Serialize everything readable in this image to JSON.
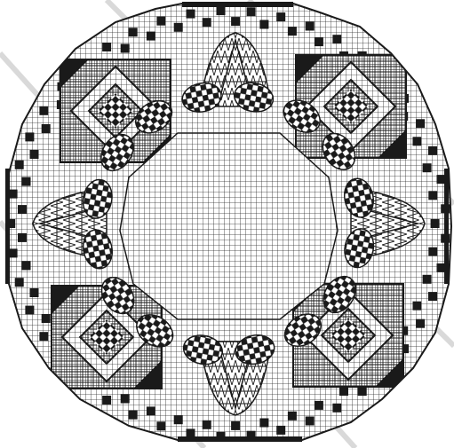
{
  "image": {
    "kind": "filet-crochet-doily-chart",
    "colors": {
      "background": "#ffffff",
      "ink": "#1a1a1a",
      "grid_line": "#2b2b2b",
      "watermark": "#d9d9d9"
    },
    "motifs": {
      "rim": "checkerboard-block-border",
      "diagonal_panels": "concentric-diamond-squares",
      "cardinal_panels": "fan-leaf-clusters",
      "scallops": "checkered-scallop-shells",
      "center": "open-mesh-grid"
    }
  }
}
